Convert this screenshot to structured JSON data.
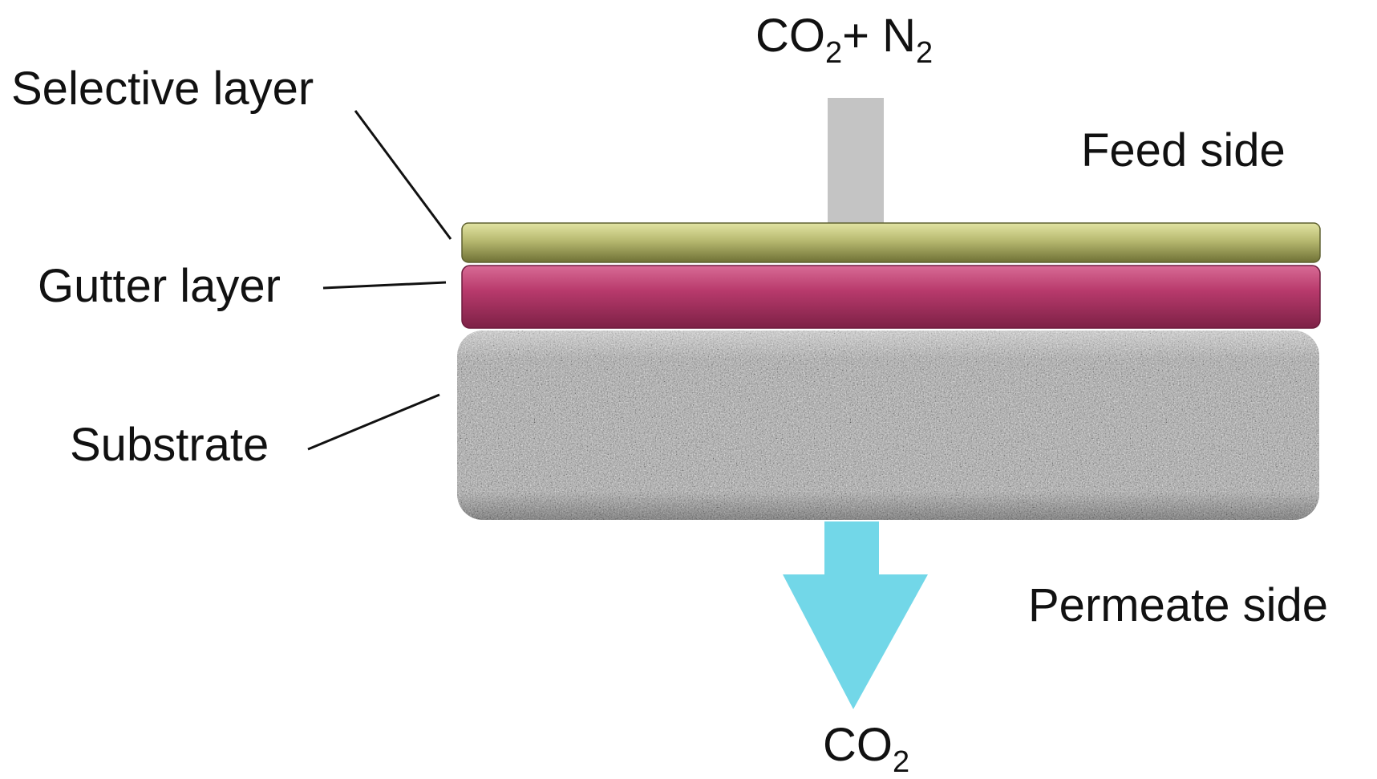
{
  "feed": {
    "species_1": "CO",
    "species_1_sub": "2",
    "joiner": "+ ",
    "species_2": "N",
    "species_2_sub": "2"
  },
  "permeate": {
    "species": "CO",
    "species_sub": "2"
  },
  "labels": {
    "selective_layer": "Selective layer",
    "gutter_layer": "Gutter layer",
    "substrate": "Substrate",
    "feed_side": "Feed side",
    "permeate_side": "Permeate side"
  },
  "colors": {
    "selective_layer": "#b3b56a",
    "gutter_layer": "#b83a6c",
    "substrate": "#a8a8a8",
    "feed_arrow": "#c4c4c4",
    "permeate_arrow": "#72d7e8",
    "leader_line": "#111111"
  }
}
